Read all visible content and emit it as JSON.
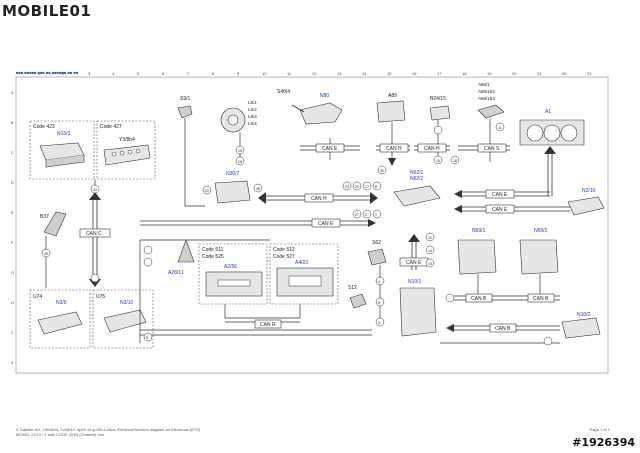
{
  "header": {
    "logo": "MOBILE01",
    "blue_title": "■■■ ■■■■■ ■■■ ■■ ■■■■■■ ■■ ■■"
  },
  "grid_numbers": [
    "1",
    "2",
    "3",
    "4",
    "5",
    "6",
    "7",
    "8",
    "9",
    "10",
    "11",
    "12",
    "13",
    "14",
    "15",
    "16",
    "17",
    "18",
    "19",
    "20",
    "21",
    "22",
    "23"
  ],
  "grid_letters": [
    "A",
    "B",
    "C",
    "D",
    "E",
    "F",
    "G",
    "H",
    "J",
    "K"
  ],
  "components": {
    "code423": "Code 423",
    "n15_3": "N15/3",
    "code427": "Code 427",
    "y3_8n4": "Y3/8n4",
    "b37": "B37",
    "s9_1": "S9/1",
    "l6": [
      "L6/1",
      "L6/2",
      "L6/3",
      "L6/4"
    ],
    "s40_4": "S40/4",
    "n80": "N80",
    "a89": "A89",
    "b24_15": "B24/15",
    "a86": [
      "A86/1",
      "A86/1b2",
      "A86/1b3"
    ],
    "a1": "A1",
    "n30_7": "N30/7",
    "n62": [
      "N62/1",
      "N62/2"
    ],
    "n2_10": "N2/10",
    "a28_11": "A28/11",
    "code511": "Code 511",
    "code525": "Code 525",
    "a2_56": "A2/56",
    "code512": "Code 512",
    "code527": "Code 527",
    "a40_3": "A40/3",
    "s62": "S62",
    "s12": "S12",
    "n10_1": "N10/1",
    "n69_1": "N69/1",
    "n69_2": "N69/2",
    "u74": "U74",
    "n3_9": "N3/9",
    "u75": "U75",
    "n3_10": "N3/10",
    "n10_2": "N10/2"
  },
  "buses": {
    "can_e": "CAN E",
    "can_h": "CAN H",
    "can_s": "CAN S",
    "can_c": "CAN C",
    "can_b": "CAN B",
    "can_r": "CAN R"
  },
  "pins": {
    "p10": "10",
    "p11": "11",
    "p12": "12",
    "p13": "13",
    "p14": "14",
    "p15": "15",
    "p16": "16",
    "p17": "17",
    "p18": "18",
    "p19": "19",
    "p20": "20",
    "p21": "21",
    "p22": "22",
    "p23": "23",
    "p24": "24",
    "p25": "25",
    "p26": "26",
    "p27": "27",
    "p28": "28",
    "p1": "1",
    "p2": "2",
    "p3": "3",
    "p4": "4",
    "p5": "5",
    "p6": "6",
    "p7": "7",
    "p8": "8",
    "p9": "9"
  },
  "footer": {
    "line1": "© Daimler AG, 19/08/14, G/08/12, ap00.19-p-0514-00ca, Electrical function diagram for Electronic (ETS)",
    "line2": "MODEL 212.0 / 2 with CODE (205) (Chassis) Vxx",
    "page": "Page 1 of 1"
  },
  "watermark": "#1926394"
}
